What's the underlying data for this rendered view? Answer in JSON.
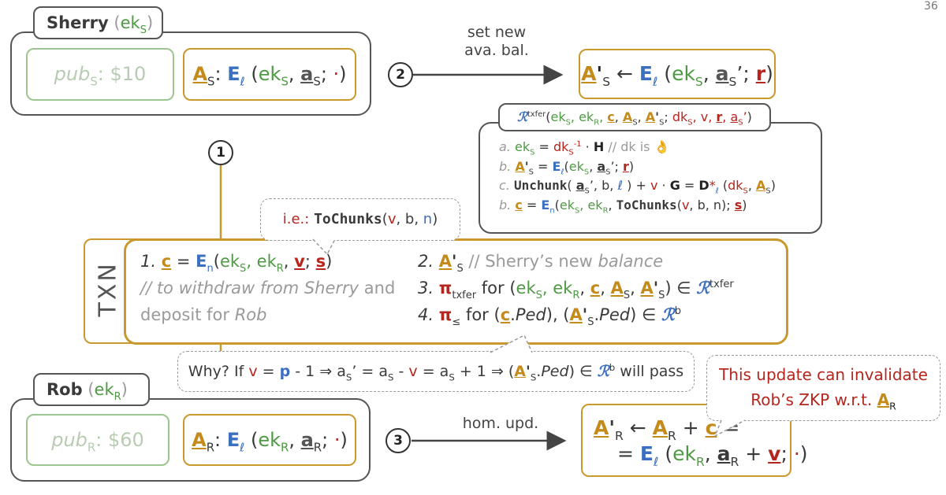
{
  "slide_number": "36",
  "sherry": {
    "name": "Sherry",
    "pub_balance": "$10",
    "ava_label": "A"
  },
  "rob": {
    "name": "Rob",
    "pub_balance": "$60"
  },
  "step_markers": {
    "one": "1",
    "two": "2",
    "three": "3"
  },
  "arrow2_label": [
    "set new",
    "ava. bal."
  ],
  "arrow3_label": "hom. upd.",
  "txn_label": "TXN",
  "tooltip_chunks": "i.e.: ToChunks(v, b, n)",
  "txn_items": {
    "comment_line1": "// to withdraw from Sherry",
    "comment_and": "and",
    "comment_line2": "deposit for",
    "comment_rob": "Rob",
    "item2_comment": "// Sherry’s new",
    "item2_balance": "balance"
  },
  "relation": {
    "header_sup": "txfer"
  },
  "why_note": "Why? If v = p - 1 ⇒ a",
  "warning_note": [
    "This update can invalidate",
    "Rob’s ZKP w.r.t."
  ],
  "colors": {
    "green": "#4e9a43",
    "blue": "#3b6fc0",
    "red": "#b5261e",
    "orange": "#c48a1a",
    "border": "#555555"
  }
}
